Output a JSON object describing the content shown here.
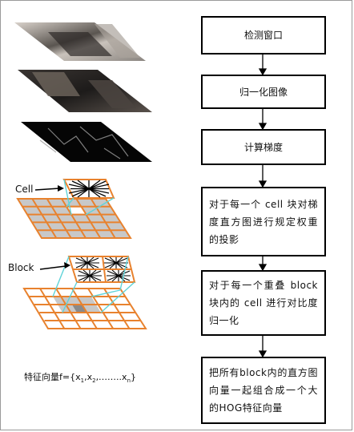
{
  "steps": [
    {
      "text": "检测窗口"
    },
    {
      "text": "归一化图像"
    },
    {
      "text": "计算梯度"
    },
    {
      "text": "对于每一个 cell 块对梯度直方图进行规定权重的投影"
    },
    {
      "text": "对于每一个重叠 block 块内的 cell 进行对比度归一化"
    },
    {
      "text": "把所有block内的直方图向量一起组合成一个大的HOG特征向量"
    }
  ],
  "labels": {
    "cell": "Cell",
    "block": "Block"
  },
  "feature": {
    "prefix": "特征向量f={x",
    "sub1": "1",
    "mid1": ",x",
    "sub2": "2",
    "mid2": ",……..x",
    "subn": "n",
    "suffix": "}"
  },
  "colors": {
    "grid_line": "#e8822e",
    "grid_fill": "#c8c8c8",
    "connector": "#5fd3d8"
  }
}
